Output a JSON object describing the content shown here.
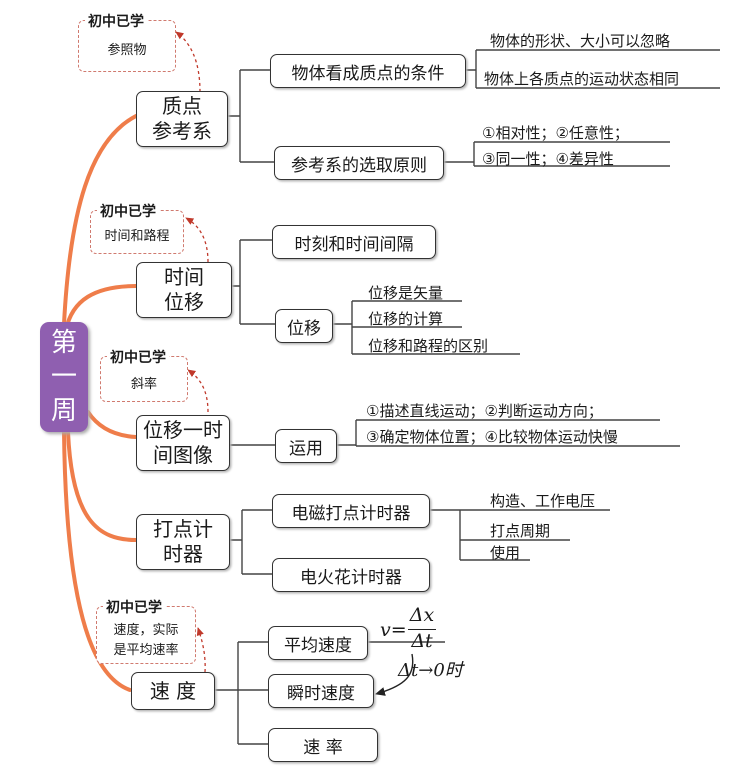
{
  "root": {
    "label_chars": [
      "第",
      "一",
      "周"
    ]
  },
  "branches": [
    {
      "title_lines": [
        "质点",
        "参考系"
      ]
    },
    {
      "title_lines": [
        "时间",
        "位移"
      ]
    },
    {
      "title_lines": [
        "位移一时",
        "间图像"
      ]
    },
    {
      "title_lines": [
        "打点计",
        "时器"
      ]
    },
    {
      "title_lines": [
        "速 度"
      ]
    }
  ],
  "nodes": {
    "particle_condition": "物体看成质点的条件",
    "frame_principle": "参考系的选取原则",
    "moment_interval": "时刻和时间间隔",
    "displacement": "位移",
    "application": "运用",
    "em_timer": "电磁打点计时器",
    "spark_timer": "电火花计时器",
    "avg_speed": "平均速度",
    "inst_speed": "瞬时速度",
    "rate": "速 率"
  },
  "details": {
    "particle_1": "物体的形状、大小可以忽略",
    "particle_2": "物体上各质点的运动状态相同",
    "frame_1": "①相对性；②任意性；",
    "frame_2": "③同一性；④差异性",
    "disp_1": "位移是矢量",
    "disp_2": "位移的计算",
    "disp_3": "位移和路程的区别",
    "app_1": "①描述直线运动；②判断运动方向；",
    "app_2": "③确定物体位置；④比较物体运动快慢",
    "timer_1": "构造、工作电压",
    "timer_2": "打点周期",
    "timer_3": "使用"
  },
  "notes": [
    {
      "title": "初中已学",
      "lines": [
        "参照物"
      ]
    },
    {
      "title": "初中已学",
      "lines": [
        "时间和路程"
      ]
    },
    {
      "title": "初中已学",
      "lines": [
        "斜率"
      ]
    },
    {
      "title": "初中已学",
      "lines": [
        "速度，实际",
        "是平均速率"
      ]
    }
  ],
  "formula": {
    "lhs": "v=",
    "numerator": "Δx",
    "denominator": "Δt",
    "limit": "Δt→0时"
  },
  "colors": {
    "root": "#8f5fb0",
    "main_link": "#ef7d4a",
    "sub_link": "#444444",
    "note_border": "#d07a6f",
    "note_arrow": "#c0392b"
  }
}
